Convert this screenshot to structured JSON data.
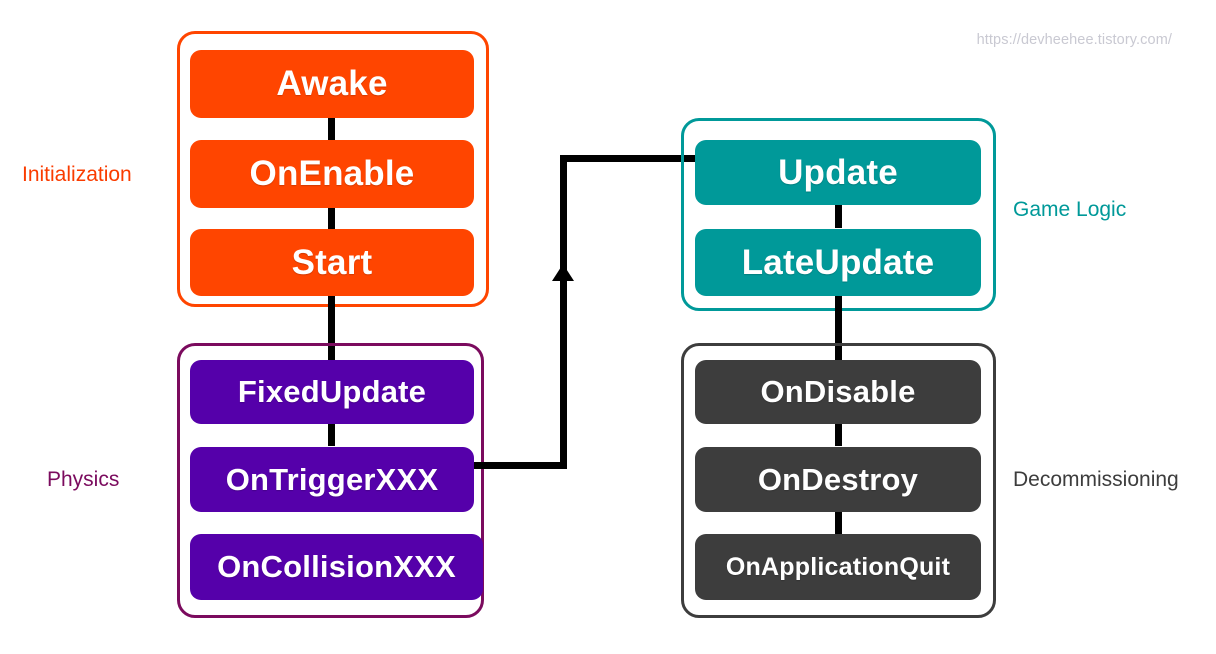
{
  "watermark": "https://devheehee.tistory.com/",
  "labels": {
    "initialization": "Initialization",
    "physics": "Physics",
    "game_logic": "Game Logic",
    "decommissioning": "Decommissioning"
  },
  "colors": {
    "initialization": "#ff4500",
    "physics_border": "#7b0b5e",
    "physics_box": "#5500aa",
    "game_logic": "#009999",
    "decommissioning": "#3d3d3d",
    "connector": "#000000",
    "watermark": "#c9c9d2",
    "text": "#ffffff"
  },
  "groups": {
    "initialization": {
      "name": "Initialization",
      "nodes": [
        {
          "label": "Awake"
        },
        {
          "label": "OnEnable"
        },
        {
          "label": "Start"
        }
      ]
    },
    "physics": {
      "name": "Physics",
      "nodes": [
        {
          "label": "FixedUpdate"
        },
        {
          "label": "OnTriggerXXX"
        },
        {
          "label": "OnCollisionXXX"
        }
      ]
    },
    "game_logic": {
      "name": "Game Logic",
      "nodes": [
        {
          "label": "Update"
        },
        {
          "label": "LateUpdate"
        }
      ]
    },
    "decommissioning": {
      "name": "Decommissioning",
      "nodes": [
        {
          "label": "OnDisable"
        },
        {
          "label": "OnDestroy"
        },
        {
          "label": "OnApplicationQuit"
        }
      ]
    }
  },
  "flow": {
    "from": "OnTriggerXXX",
    "to": "Update",
    "direction": "up-then-right"
  }
}
